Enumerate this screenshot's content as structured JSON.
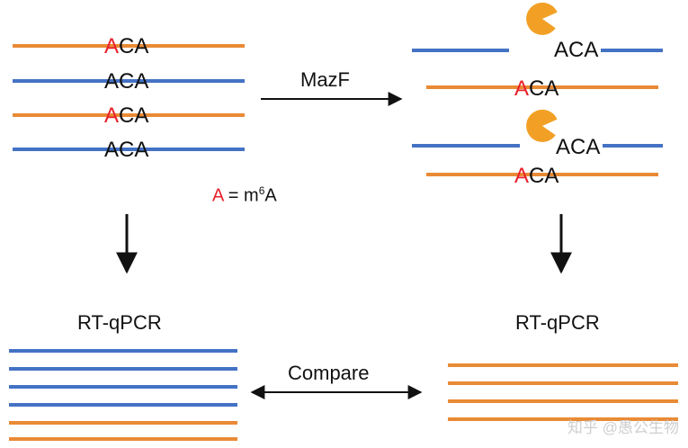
{
  "colors": {
    "orange": "#e98a35",
    "blue": "#4472c4",
    "red": "#e8202a",
    "pacman": "#f2a025",
    "arrow": "#111111"
  },
  "left_panel": {
    "sequences": [
      {
        "color": "orange",
        "methylated": true,
        "prefix": "A",
        "rest": "CA"
      },
      {
        "color": "blue",
        "methylated": false,
        "prefix": "A",
        "rest": "CA"
      },
      {
        "color": "orange",
        "methylated": true,
        "prefix": "A",
        "rest": "CA"
      },
      {
        "color": "blue",
        "methylated": false,
        "prefix": "A",
        "rest": "CA"
      }
    ]
  },
  "legend": {
    "a_symbol": "A",
    "equals_text": " = m",
    "superscript": "6",
    "suffix": "A"
  },
  "step_label": "MazF",
  "right_panel": {
    "fragments": [
      {
        "color": "blue",
        "cut": true,
        "text": "ACA"
      },
      {
        "color": "orange",
        "cut": false,
        "prefix": "A",
        "rest": "CA"
      },
      {
        "color": "blue",
        "cut": true,
        "text": "ACA"
      },
      {
        "color": "orange",
        "cut": false,
        "prefix": "A",
        "rest": "CA"
      }
    ],
    "enzyme_icon": "pacman-icon"
  },
  "rtqpcr_left": "RT-qPCR",
  "rtqpcr_right": "RT-qPCR",
  "result_left": {
    "blue_lines": 4,
    "orange_lines": 2
  },
  "result_right": {
    "orange_lines": 4
  },
  "compare_label": "Compare",
  "watermark": "知乎 @愚公生物"
}
